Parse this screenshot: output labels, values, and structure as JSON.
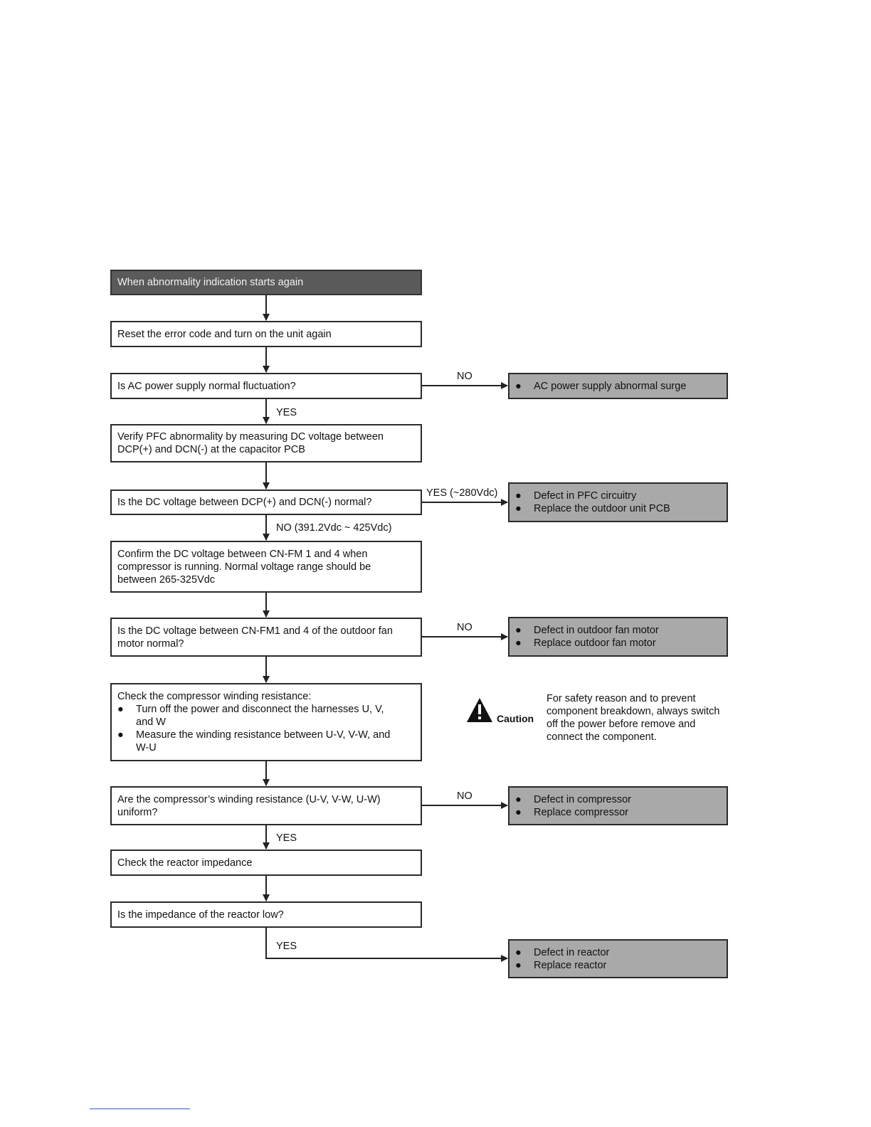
{
  "steps": {
    "s1": "When abnormality indication starts again",
    "s2": "Reset the error code and turn on the unit again",
    "s3": "Is AC power supply normal fluctuation?",
    "s4_l1": "Verify PFC abnormality by measuring DC voltage between",
    "s4_l2": "DCP(+) and DCN(-) at the capacitor PCB",
    "s5": "Is the DC voltage between DCP(+) and DCN(-) normal?",
    "s6_l1": "Confirm the DC voltage between CN-FM 1 and 4 when",
    "s6_l2": "compressor is running. Normal voltage range should be",
    "s6_l3": "between 265-325Vdc",
    "s7_l1": "Is the DC voltage between CN-FM1 and 4 of the outdoor fan",
    "s7_l2": "motor normal?",
    "s8_title": "Check the compressor winding resistance:",
    "s8_b1_l1": "Turn off the power and disconnect the harnesses U, V,",
    "s8_b1_l2": "and W",
    "s8_b2_l1": "Measure the winding resistance between U-V, V-W, and",
    "s8_b2_l2": "W-U",
    "s9_l1": "Are the compressor’s winding resistance (U-V, V-W, U-W)",
    "s9_l2": "uniform?",
    "s10": "Check the reactor impedance",
    "s11": "Is the impedance of the reactor low?"
  },
  "labels": {
    "no1": "NO",
    "yes1": "YES",
    "yes2": "YES (~280Vdc)",
    "no2": "NO (391.2Vdc ~ 425Vdc)",
    "no3": "NO",
    "no4": "NO",
    "yes3": "YES",
    "yes4": "YES"
  },
  "results": {
    "r1": [
      "AC power supply abnormal surge"
    ],
    "r2": [
      "Defect in PFC circuitry",
      "Replace the outdoor unit PCB"
    ],
    "r3": [
      "Defect in outdoor fan motor",
      "Replace outdoor fan motor"
    ],
    "r4": [
      "Defect in compressor",
      "Replace compressor"
    ],
    "r5": [
      "Defect in reactor",
      "Replace reactor"
    ]
  },
  "caution": {
    "word": "Caution",
    "text": "For safety reason and to prevent component breakdown, always switch off the power before remove and connect the component."
  },
  "bullet": "●"
}
